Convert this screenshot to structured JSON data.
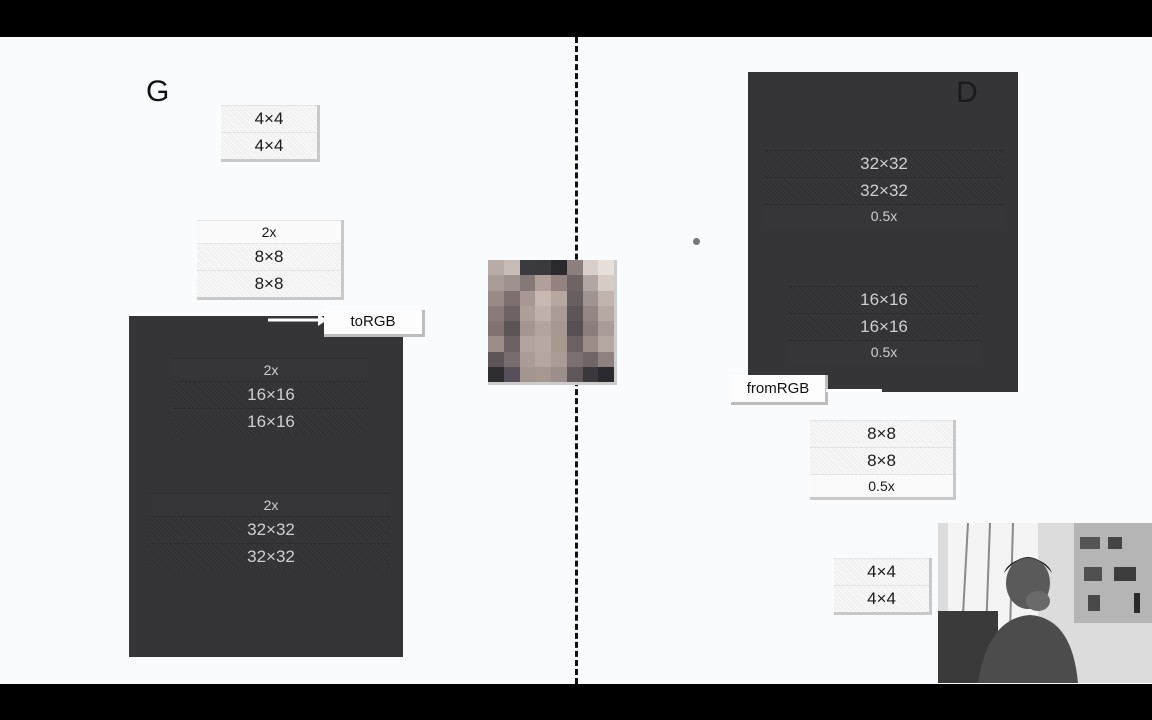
{
  "generator": {
    "letter": "G",
    "blocks": [
      {
        "rows": [
          "4×4",
          "4×4"
        ]
      },
      {
        "rows": [
          "2x",
          "8×8",
          "8×8"
        ]
      }
    ],
    "dark_blocks": [
      {
        "rows": [
          "2x",
          "16×16",
          "16×16"
        ]
      },
      {
        "rows": [
          "2x",
          "32×32",
          "32×32"
        ]
      }
    ],
    "to_rgb": "toRGB"
  },
  "discriminator": {
    "letter": "D",
    "dark_blocks": [
      {
        "rows": [
          "32×32",
          "32×32",
          "0.5x"
        ]
      },
      {
        "rows": [
          "16×16",
          "16×16",
          "0.5x"
        ]
      }
    ],
    "from_rgb": "fromRGB",
    "blocks": [
      {
        "rows": [
          "8×8",
          "8×8",
          "0.5x"
        ]
      },
      {
        "rows": [
          "4×4",
          "4×4"
        ]
      }
    ]
  },
  "pixel_image": {
    "colors": [
      "#b8aca8",
      "#c7bcb6",
      "#3b3a3e",
      "#3a393c",
      "#2a2a2e",
      "#8b7f7f",
      "#d9cfca",
      "#e7dfd9",
      "#a99b97",
      "#9f918e",
      "#857978",
      "#b09f9a",
      "#93827f",
      "#6e6464",
      "#b2a6a2",
      "#d6cbc5",
      "#9a8a87",
      "#7e706f",
      "#a79893",
      "#c8b8b2",
      "#b7a7a1",
      "#675f60",
      "#a09390",
      "#c1b3ad",
      "#8a7b7a",
      "#6d6264",
      "#ae9f99",
      "#bfb0aa",
      "#aa9b96",
      "#5d5659",
      "#948683",
      "#b6a8a3",
      "#827372",
      "#5d5456",
      "#a49590",
      "#b4a49f",
      "#a69791",
      "#564f53",
      "#8b7d7b",
      "#a99b97",
      "#9b8c88",
      "#6c6163",
      "#b3a49f",
      "#b8a8a3",
      "#a8998f",
      "#6b6163",
      "#9c8d89",
      "#b4a6a1",
      "#5d5557",
      "#786d6e",
      "#ab9c97",
      "#b5a6a1",
      "#aa9b96",
      "#7b7071",
      "#6f6566",
      "#8e8180",
      "#2d2c30",
      "#57505a",
      "#a39590",
      "#a6978f",
      "#9c8e8a",
      "#5f575a",
      "#3a383c",
      "#2a292d"
    ]
  }
}
